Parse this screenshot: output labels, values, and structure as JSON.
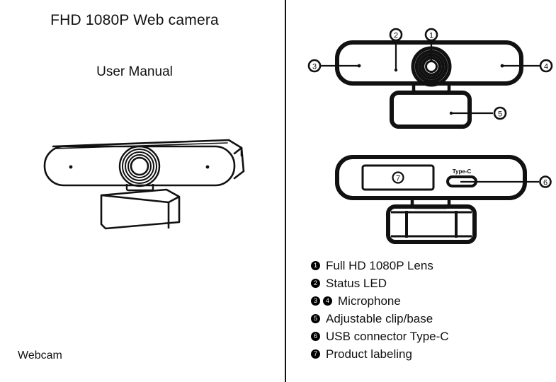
{
  "document": {
    "title": "FHD 1080P Web camera",
    "subtitle": "User Manual",
    "hero_caption": "Webcam"
  },
  "figures": {
    "front_view": {
      "name": "front-view-diagram",
      "callouts": [
        {
          "number": "1",
          "glyph": "①",
          "target": "lens",
          "position": "top"
        },
        {
          "number": "2",
          "glyph": "②",
          "target": "status-led",
          "position": "top"
        },
        {
          "number": "3",
          "glyph": "③",
          "target": "microphone-left",
          "position": "left"
        },
        {
          "number": "4",
          "glyph": "④",
          "target": "microphone-right",
          "position": "right"
        },
        {
          "number": "5",
          "glyph": "⑤",
          "target": "adjustable-clip-base",
          "position": "right"
        }
      ]
    },
    "rear_view": {
      "name": "rear-view-diagram",
      "port_label": "Type-C",
      "callouts": [
        {
          "number": "6",
          "glyph": "⑥",
          "target": "usb-connector",
          "position": "right"
        },
        {
          "number": "7",
          "glyph": "⑦",
          "target": "product-labeling",
          "position": "inside"
        }
      ]
    }
  },
  "legend": {
    "items": [
      {
        "marks": [
          "1"
        ],
        "label": "Full HD 1080P Lens"
      },
      {
        "marks": [
          "2"
        ],
        "label": "Status LED"
      },
      {
        "marks": [
          "3",
          "4"
        ],
        "label": "Microphone"
      },
      {
        "marks": [
          "5"
        ],
        "label": "Adjustable clip/base"
      },
      {
        "marks": [
          "6"
        ],
        "label": "USB connector Type-C"
      },
      {
        "marks": [
          "7"
        ],
        "label": "Product labeling"
      }
    ]
  },
  "colors": {
    "ink": "#111111",
    "paper": "#ffffff"
  }
}
